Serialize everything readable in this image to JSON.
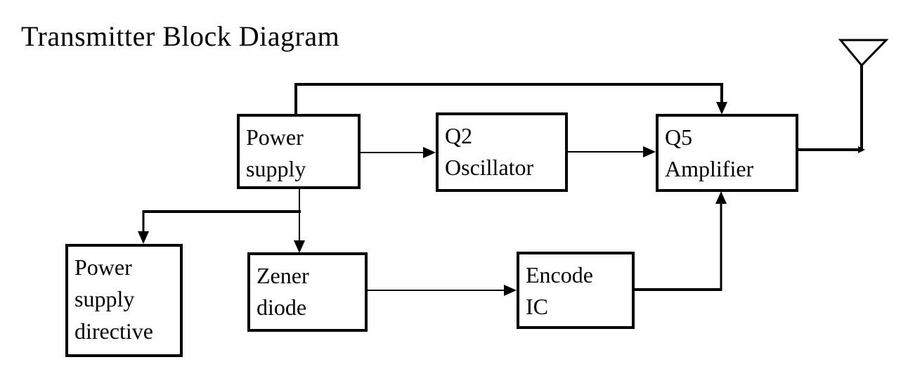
{
  "title": "Transmitter Block Diagram",
  "colors": {
    "line": "#000000",
    "text": "#000000",
    "background": "#ffffff"
  },
  "diagram": {
    "nodes": {
      "power_supply": {
        "label": "Power\nsupply"
      },
      "q2_oscillator": {
        "label": "Q2\nOscillator"
      },
      "q5_amplifier": {
        "label": "Q5\nAmplifier"
      },
      "power_supply_directive": {
        "label": "Power\nsupply\ndirective"
      },
      "zener_diode": {
        "label": "Zener\ndiode"
      },
      "encode_ic": {
        "label": "Encode\nIC"
      }
    },
    "icons": {
      "antenna": "antenna-icon"
    },
    "connections": [
      {
        "from": "power_supply",
        "to": "q5_amplifier",
        "route": "over-the-top",
        "arrow": "into-q5-top"
      },
      {
        "from": "power_supply",
        "to": "q2_oscillator",
        "arrow": "right"
      },
      {
        "from": "q2_oscillator",
        "to": "q5_amplifier",
        "arrow": "right"
      },
      {
        "from": "power_supply",
        "to": "power_supply_directive",
        "route": "down-left-branch",
        "arrow": "down"
      },
      {
        "from": "power_supply",
        "to": "zener_diode",
        "arrow": "down"
      },
      {
        "from": "zener_diode",
        "to": "encode_ic",
        "arrow": "right"
      },
      {
        "from": "encode_ic",
        "to": "q5_amplifier",
        "route": "right-then-up",
        "arrow": "into-q5-bottom"
      },
      {
        "from": "q5_amplifier",
        "to": "antenna",
        "arrow": "right"
      }
    ]
  }
}
